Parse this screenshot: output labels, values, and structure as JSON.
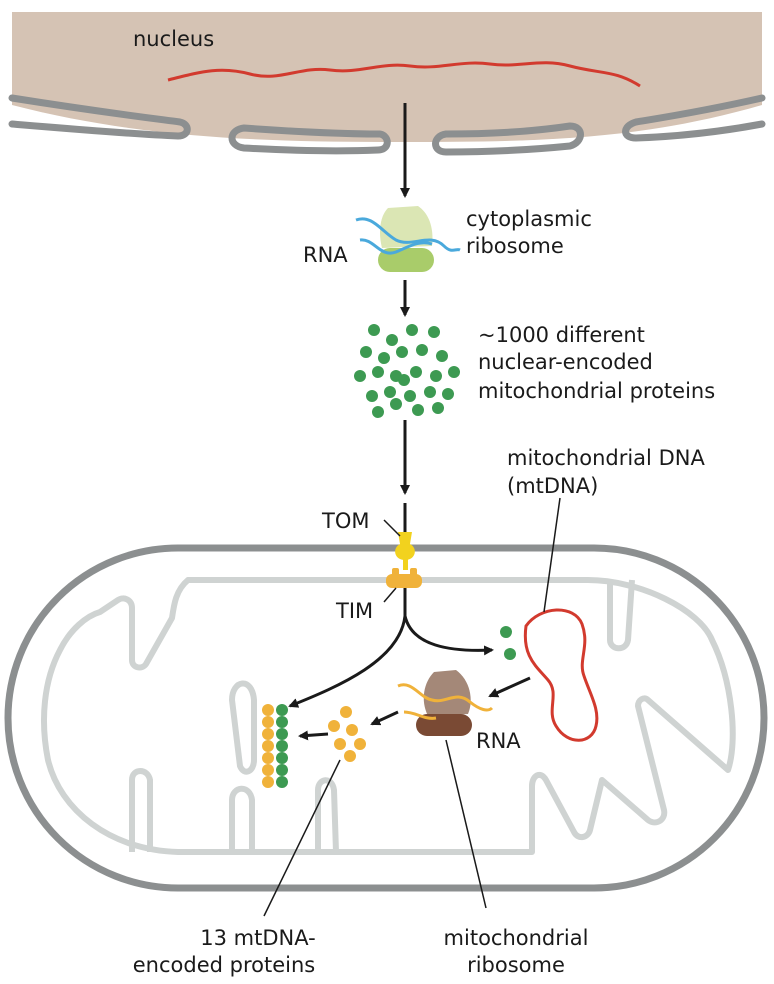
{
  "labels": {
    "nucleus": "nucleus",
    "rna_cytoplasm": "RNA",
    "cyto_ribosome_line1": "cytoplasmic",
    "cyto_ribosome_line2": "ribosome",
    "proteins_line1": "~1000 different",
    "proteins_line2": "nuclear-encoded",
    "proteins_line3": "mitochondrial proteins",
    "mtdna_line1": "mitochondrial DNA",
    "mtdna_line2": "(mtDNA)",
    "tom": "TOM",
    "tim": "TIM",
    "rna_mito": "RNA",
    "mt_proteins_line1": "13 mtDNA-",
    "mt_proteins_line2": "encoded proteins",
    "mito_ribosome_line1": "mitochondrial",
    "mito_ribosome_line2": "ribosome"
  },
  "colors": {
    "nucleus_fill": "#d5c3b4",
    "envelope": "#8c8f90",
    "mito_outer": "#8c8f90",
    "mito_inner": "#cfd3d2",
    "chromosome": "#d23a2e",
    "rna_cyto": "#4aa9dc",
    "rna_mito": "#f0b23a",
    "cyto_ribosome_large": "#dbe6b4",
    "cyto_ribosome_small": "#a9cc6a",
    "nuclear_protein": "#3d9a52",
    "mt_protein": "#f0b23a",
    "mito_ribosome_large": "#a48878",
    "mito_ribosome_small": "#7a4a34",
    "tom": "#f2d21e",
    "tim": "#f0b23a",
    "arrow": "#1a1a1a"
  }
}
